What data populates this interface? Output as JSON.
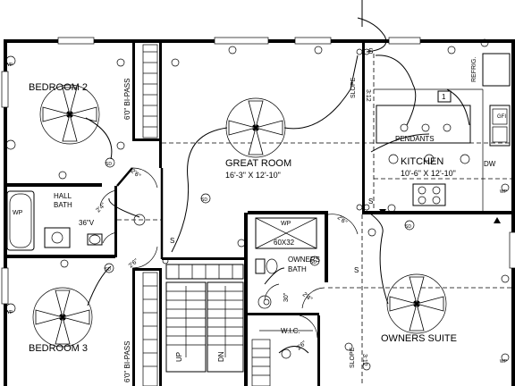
{
  "rooms": {
    "bedroom2": "BEDROOM 2",
    "bedroom3": "BEDROOM 3",
    "great_room": "GREAT ROOM",
    "great_room_dim": "16'-3\" X 12'-10\"",
    "kitchen": "KITCHEN",
    "kitchen_dim": "10'-6\" X 12'-10\"",
    "hall_bath_1": "HALL",
    "hall_bath_2": "BATH",
    "owners_bath_1": "OWNERS",
    "owners_bath_2": "BATH",
    "owners_suite": "OWNERS SUITE",
    "wic": "W.I.C."
  },
  "labels": {
    "bipass_top": "6'0\" BI-PASS",
    "bipass_bottom": "6'0\" BI-PASS",
    "pendants": "PENDANTS",
    "refrig": "REFRIG.",
    "slope_top": "SLOPE",
    "slope_top_val": "3:12",
    "slope_bottom": "SLOPE",
    "slope_bottom_val": "3:12",
    "door_2_6_a": "2'6\"",
    "door_2_4": "2'4\"",
    "door_2_6_b": "2'6\"",
    "door_2_6_c": "2'6\"",
    "door_2_4_b": "2'4\"",
    "door_30": "30\"",
    "door_2_6_d": "2'6\"",
    "vanity_36": "36\"V",
    "shower_wp": "WP",
    "shower_size": "60X32",
    "wp_bath": "WP",
    "wp_bed2": "WP",
    "wp_bed3": "WP",
    "wp_owners": "WP",
    "wp_kitchen": "WP",
    "up": "UP",
    "dn": "DN",
    "dw": "DW",
    "gfi": "GFI",
    "marker_1": "1"
  },
  "symbols": {
    "smoke": "SD",
    "switch": "S"
  }
}
